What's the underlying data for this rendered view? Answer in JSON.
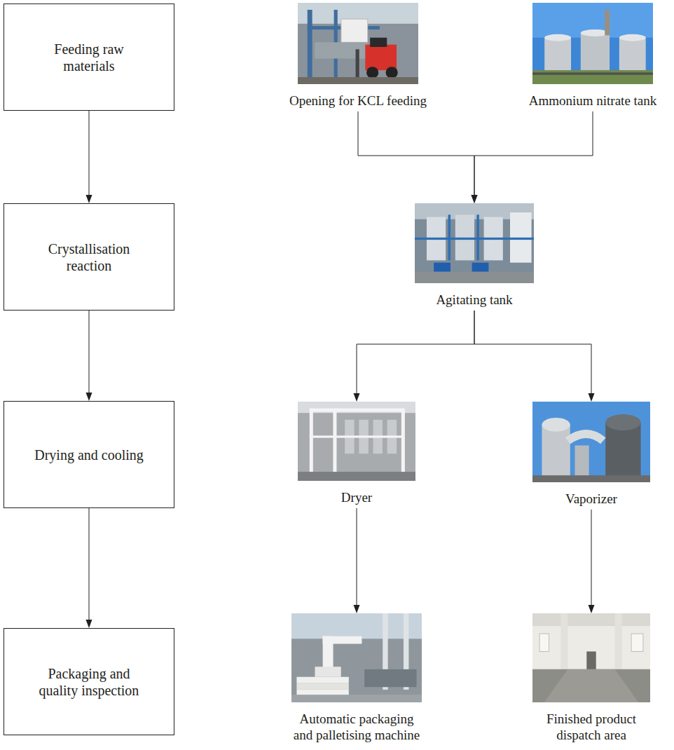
{
  "diagram": {
    "nodes": [
      {
        "text": [
          "Feeding raw materials"
        ]
      },
      {
        "text": [
          "Opening for KCL feeding"
        ]
      },
      {
        "text": [
          "Ammonium nitrate tank"
        ]
      },
      {
        "text": [
          "Crystallisation reaction"
        ]
      },
      {
        "text": [
          "Agitating tank"
        ]
      },
      {
        "text": [
          "Drying and cooling"
        ]
      },
      {
        "text": [
          "Dryer"
        ]
      },
      {
        "text": [
          "Vaporizer"
        ]
      },
      {
        "text": [
          "Packaging and quality inspection"
        ]
      },
      {
        "text": [
          "Automatic packaging and palletising machine"
        ]
      },
      {
        "text": [
          "Finished product dispatch area"
        ]
      }
    ],
    "edges": [
      {
        "from": 0,
        "to": 3,
        "arrow": "to"
      },
      {
        "from": 3,
        "to": 5,
        "arrow": "to"
      },
      {
        "from": 5,
        "to": 8,
        "arrow": "to"
      },
      {
        "from": 1,
        "to": 4,
        "arrow": "to"
      },
      {
        "from": 2,
        "to": 4,
        "arrow": "to"
      },
      {
        "from": 4,
        "to": 6,
        "arrow": "to"
      },
      {
        "from": 4,
        "to": 7,
        "arrow": "to"
      },
      {
        "from": 6,
        "to": 9,
        "arrow": "to"
      },
      {
        "from": 7,
        "to": 10,
        "arrow": "to"
      }
    ]
  }
}
